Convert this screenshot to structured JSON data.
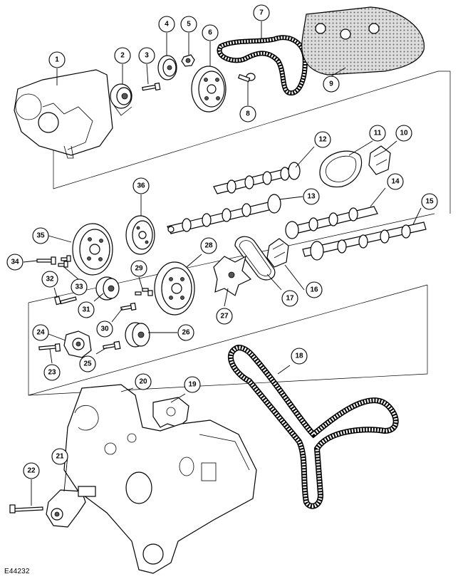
{
  "diagram": {
    "reference_code": "E44232",
    "callouts": [
      {
        "id": "c1",
        "label": "1"
      },
      {
        "id": "c2",
        "label": "2"
      },
      {
        "id": "c3",
        "label": "3"
      },
      {
        "id": "c4",
        "label": "4"
      },
      {
        "id": "c5",
        "label": "5"
      },
      {
        "id": "c6",
        "label": "6"
      },
      {
        "id": "c7",
        "label": "7"
      },
      {
        "id": "c8",
        "label": "8"
      },
      {
        "id": "c9",
        "label": "9"
      },
      {
        "id": "c10",
        "label": "10"
      },
      {
        "id": "c11",
        "label": "11"
      },
      {
        "id": "c12",
        "label": "12"
      },
      {
        "id": "c13",
        "label": "13"
      },
      {
        "id": "c14",
        "label": "14"
      },
      {
        "id": "c15",
        "label": "15"
      },
      {
        "id": "c16",
        "label": "16"
      },
      {
        "id": "c17",
        "label": "17"
      },
      {
        "id": "c18",
        "label": "18"
      },
      {
        "id": "c19",
        "label": "19"
      },
      {
        "id": "c20",
        "label": "20"
      },
      {
        "id": "c21",
        "label": "21"
      },
      {
        "id": "c22",
        "label": "22"
      },
      {
        "id": "c23",
        "label": "23"
      },
      {
        "id": "c24",
        "label": "24"
      },
      {
        "id": "c25",
        "label": "25"
      },
      {
        "id": "c26",
        "label": "26"
      },
      {
        "id": "c27",
        "label": "27"
      },
      {
        "id": "c28",
        "label": "28"
      },
      {
        "id": "c29",
        "label": "29"
      },
      {
        "id": "c30",
        "label": "30"
      },
      {
        "id": "c31",
        "label": "31"
      },
      {
        "id": "c32",
        "label": "32"
      },
      {
        "id": "c33",
        "label": "33"
      },
      {
        "id": "c34",
        "label": "34"
      },
      {
        "id": "c35",
        "label": "35"
      },
      {
        "id": "c36",
        "label": "36"
      }
    ]
  }
}
